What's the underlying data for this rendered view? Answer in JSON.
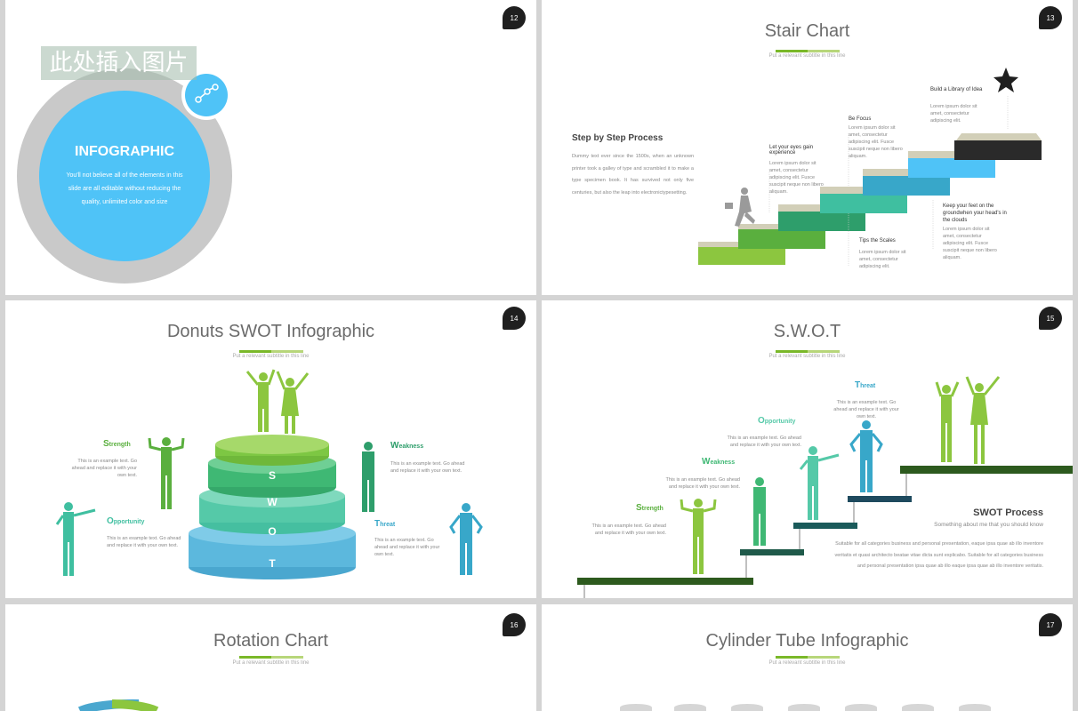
{
  "slides": {
    "s12": {
      "number": "12",
      "placeholder": "此处插入图片",
      "heading": "INFOGRAPHIC",
      "body": "You'll not believe all of the elements in this slide are all editable without reducing the quality, unlimited color and size"
    },
    "s13": {
      "number": "13",
      "title": "Stair Chart",
      "subtitle": "Put a relevant subtitle in this line",
      "process_title": "Step by Step Process",
      "process_body": "Dummy text ever since the 1500s, when an unknown printer took a galley of type and scrambled it to make a type specimen book. It has survived not only five centuries, but also the leap into electronictypesetting.",
      "steps": [
        {
          "title": "Let your eyes gain experience",
          "body": "Lorem ipsum dolor sit amet, consectetur adipiscing elit. Fusce suscipit neque non libero aliquam."
        },
        {
          "title": "Tips the Scales",
          "body": "Lorem ipsum dolor sit amet, consectetur adipiscing elit."
        },
        {
          "title": "Be Focus",
          "body": "Lorem ipsum dolor sit amet, consectetur adipiscing elit. Fusce suscipit neque non libero aliquam."
        },
        {
          "title": "Keep your feet on the groundwhen your head's in the clouds",
          "body": "Lorem ipsum dolor sit amet, consectetur adipiscing elit. Fusce suscipit neque non libero aliquam."
        },
        {
          "title": "Build a Library of Idea",
          "body": "Lorem ipsum dolor sit amet, consectetur adipiscing elit."
        }
      ]
    },
    "s14": {
      "number": "14",
      "title": "Donuts SWOT Infographic",
      "subtitle": "Put a relevant subtitle in this line",
      "letters": [
        "S",
        "W",
        "O",
        "T"
      ],
      "items": [
        {
          "first": "S",
          "rest": "trength",
          "body": "This is an example text. Go ahead and replace it with your own text."
        },
        {
          "first": "W",
          "rest": "eakness",
          "body": "This is an example text. Go ahead and replace it with your own text."
        },
        {
          "first": "O",
          "rest": "pportunity",
          "body": "This is an example text. Go ahead and replace it with your own text."
        },
        {
          "first": "T",
          "rest": "hreat",
          "body": "This is an example text. Go ahead and replace it with your own text."
        }
      ]
    },
    "s15": {
      "number": "15",
      "title": "S.W.O.T",
      "subtitle": "Put a relevant subtitle in this line",
      "items": [
        {
          "first": "S",
          "rest": "trength",
          "body": "This is an example text. Go ahead and replace it with your own text."
        },
        {
          "first": "W",
          "rest": "eakness",
          "body": "This is an example text. Go ahead and replace it with your own text."
        },
        {
          "first": "O",
          "rest": "pportunity",
          "body": "This is an example text. Go ahead and replace it with your own text."
        },
        {
          "first": "T",
          "rest": "hreat",
          "body": "This is an example text. Go ahead and replace it with your own text."
        }
      ],
      "process_title": "SWOT Process",
      "process_sub": "Something about me that you should know",
      "process_body": "Suitable for all categories business and personal presentation, eaque ipsa quae ab illo inventore veritatis et quasi architecto beatae vitae dicta sunt explicabo. Suitable for all categories business and personal presentation ipsa quae ab illo eaque ipsa quae ab illo inventore veritatis."
    },
    "s16": {
      "number": "16",
      "title": "Rotation Chart",
      "subtitle": "Put a relevant subtitle in this line"
    },
    "s17": {
      "number": "17",
      "title": "Cylinder Tube Infographic",
      "subtitle": "Put a relevant subtitle in this line"
    }
  },
  "colors": {
    "accent_green": "#7ab829",
    "light_blue": "#4fc3f7",
    "teal": "#3fbfa0",
    "dark": "#1f1f1f"
  }
}
